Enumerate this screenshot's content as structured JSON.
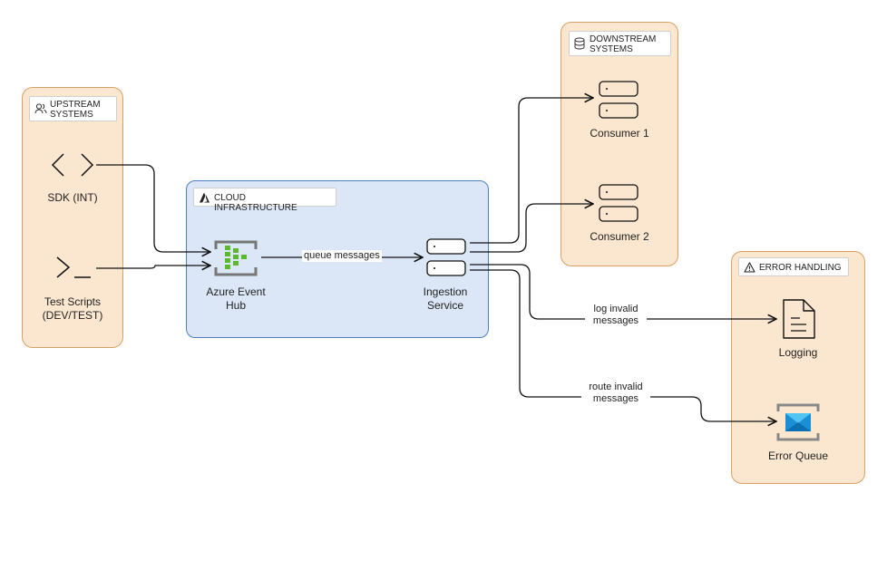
{
  "groups": {
    "upstream": {
      "title_line1": "UPSTREAM",
      "title_line2": "SYSTEMS",
      "icon": "users-icon"
    },
    "downstream": {
      "title_line1": "DOWNSTREAM",
      "title_line2": "SYSTEMS",
      "icon": "database-icon"
    },
    "cloud": {
      "title": "CLOUD INFRASTRUCTURE",
      "icon": "azure-icon"
    },
    "error": {
      "title": "ERROR HANDLING",
      "icon": "warning-icon"
    }
  },
  "nodes": {
    "sdk": {
      "label": "SDK (INT)",
      "icon": "code-brackets-icon"
    },
    "scripts": {
      "label_line1": "Test Scripts",
      "label_line2": "(DEV/TEST)",
      "icon": "terminal-icon"
    },
    "eventhub": {
      "label_line1": "Azure Event",
      "label_line2": "Hub",
      "icon": "event-hub-icon"
    },
    "ingestion": {
      "label_line1": "Ingestion",
      "label_line2": "Service",
      "icon": "server-icon"
    },
    "consumer1": {
      "label": "Consumer 1",
      "icon": "server-icon"
    },
    "consumer2": {
      "label": "Consumer 2",
      "icon": "server-icon"
    },
    "logging": {
      "label": "Logging",
      "icon": "document-icon"
    },
    "errorqueue": {
      "label": "Error Queue",
      "icon": "queue-icon"
    }
  },
  "edges": {
    "queue": "queue messages",
    "log_line1": "log invalid",
    "log_line2": "messages",
    "route_line1": "route invalid",
    "route_line2": "messages"
  },
  "colors": {
    "group_orange_bg": "#fbe7cf",
    "group_orange_border": "#d9a066",
    "group_blue_bg": "#dbe7f7",
    "group_blue_border": "#4f7fc0",
    "event_hub_green": "#5cb82c",
    "queue_blue": "#1b8fd6"
  }
}
